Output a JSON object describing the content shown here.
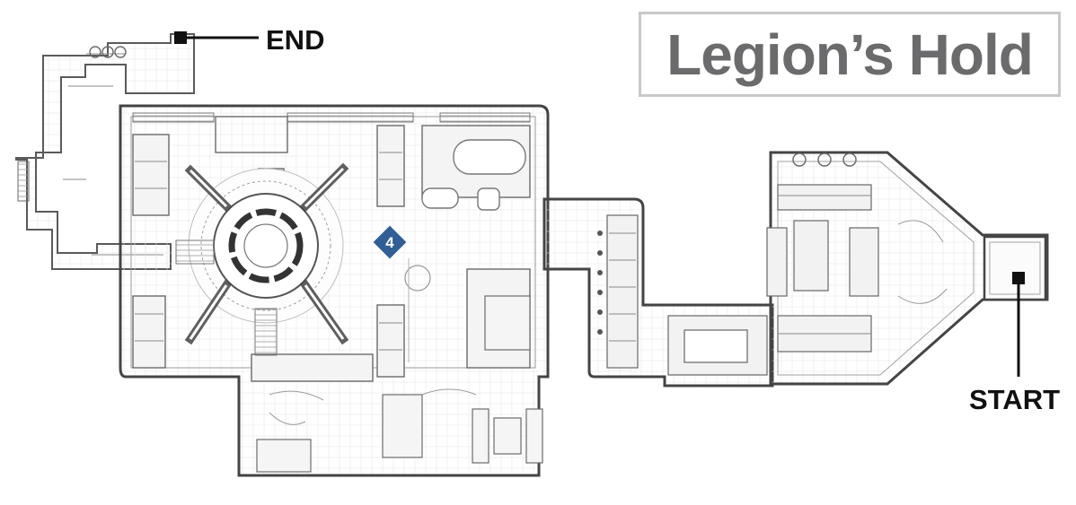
{
  "title": "Legion’s Hold",
  "route": {
    "end_label": "END",
    "start_label": "START"
  },
  "markers": [
    {
      "label": "4",
      "icon": "diamond-marker-icon",
      "color": "#2f5f96"
    }
  ],
  "colors": {
    "title_text": "#6b6b6d",
    "title_border": "#c9c9c9",
    "map_lines": "#555555",
    "marker": "#2f5f96",
    "callout": "#111111"
  }
}
